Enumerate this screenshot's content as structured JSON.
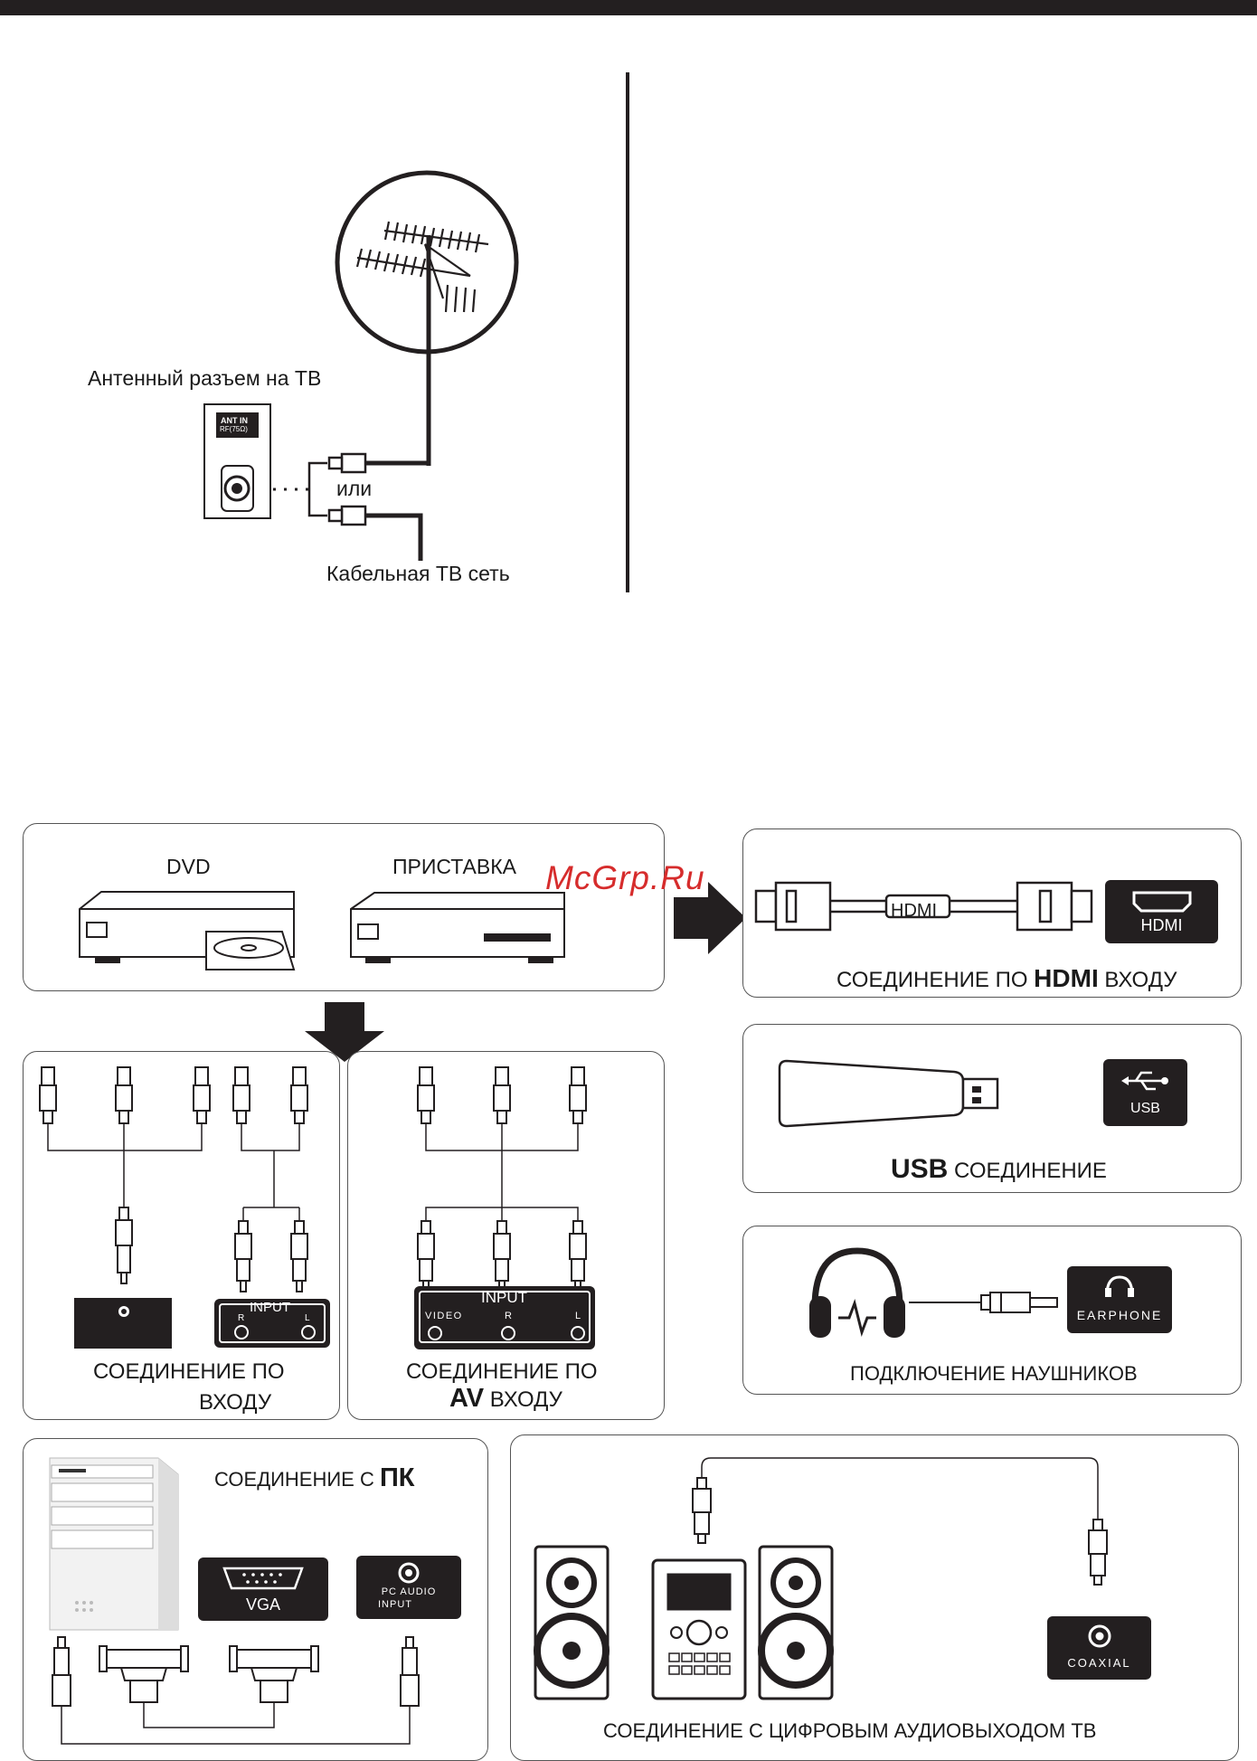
{
  "antenna": {
    "tv_socket_label": "Антенный разъем на ТВ",
    "ant_in_label": "ANT IN",
    "ant_in_sub": "RF(75Ω)",
    "or_label": "или",
    "cable_label": "Кабельная ТВ сеть"
  },
  "sources": {
    "dvd_label": "DVD",
    "stb_label": "ПРИСТАВКА"
  },
  "watermark": "McGrp.Ru",
  "hdmi": {
    "cable_label": "HDMI",
    "port_label": "HDMI",
    "caption_prefix": "СОЕДИНЕНИЕ ПО ",
    "caption_bold": "HDMI",
    "caption_suffix": " ВХОДУ"
  },
  "usb": {
    "port_label": "USB",
    "caption_bold": "USB",
    "caption_suffix": " СОЕДИНЕНИЕ"
  },
  "headphones": {
    "port_label": "EARPHONE",
    "caption": "ПОДКЛЮЧЕНИЕ НАУШНИКОВ"
  },
  "component": {
    "input_label": "INPUT",
    "r_label": "R",
    "l_label": "L",
    "caption_line1": "СОЕДИНЕНИЕ ПО",
    "caption_line2": "ВХОДУ"
  },
  "av": {
    "input_label": "INPUT",
    "video_label": "VIDEO",
    "r_label": "R",
    "l_label": "L",
    "caption_line1": "СОЕДИНЕНИЕ ПО",
    "caption_bold": "AV",
    "caption_suffix": " ВХОДУ"
  },
  "pc": {
    "caption_prefix": "СОЕДИНЕНИЕ С ",
    "caption_bold": "ПК",
    "vga_label": "VGA",
    "audio_label_1": "PC AUDIO",
    "audio_label_2": "INPUT"
  },
  "coaxial": {
    "port_label": "COAXIAL",
    "caption": "СОЕДИНЕНИЕ С ЦИФРОВЫМ АУДИОВЫХОДОМ ТВ"
  }
}
